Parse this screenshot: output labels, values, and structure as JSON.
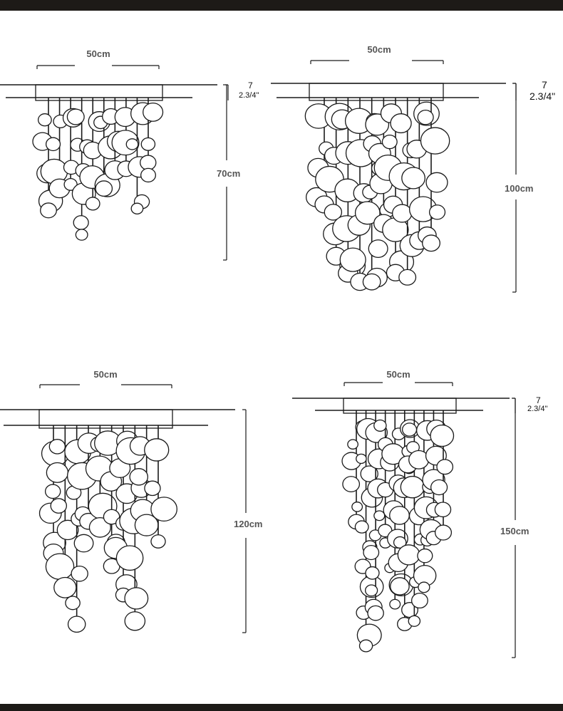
{
  "colors": {
    "line": "#1a1a1a",
    "label": "#555555",
    "band": "#1d1a17"
  },
  "panels": [
    {
      "name": "lamp-70",
      "width_label": "50cm",
      "canopy_top_label": "7",
      "canopy_bottom_label": "2.3/4\"",
      "height_label": "70cm"
    },
    {
      "name": "lamp-100",
      "width_label": "50cm",
      "canopy_top_label": "7",
      "canopy_bottom_label": "2.3/4\"",
      "height_label": "100cm"
    },
    {
      "name": "lamp-120",
      "width_label": "50cm",
      "height_label": "120cm"
    },
    {
      "name": "lamp-150",
      "width_label": "50cm",
      "canopy_top_label": "7",
      "canopy_bottom_label": "2.3/4\"",
      "height_label": "150cm"
    }
  ]
}
